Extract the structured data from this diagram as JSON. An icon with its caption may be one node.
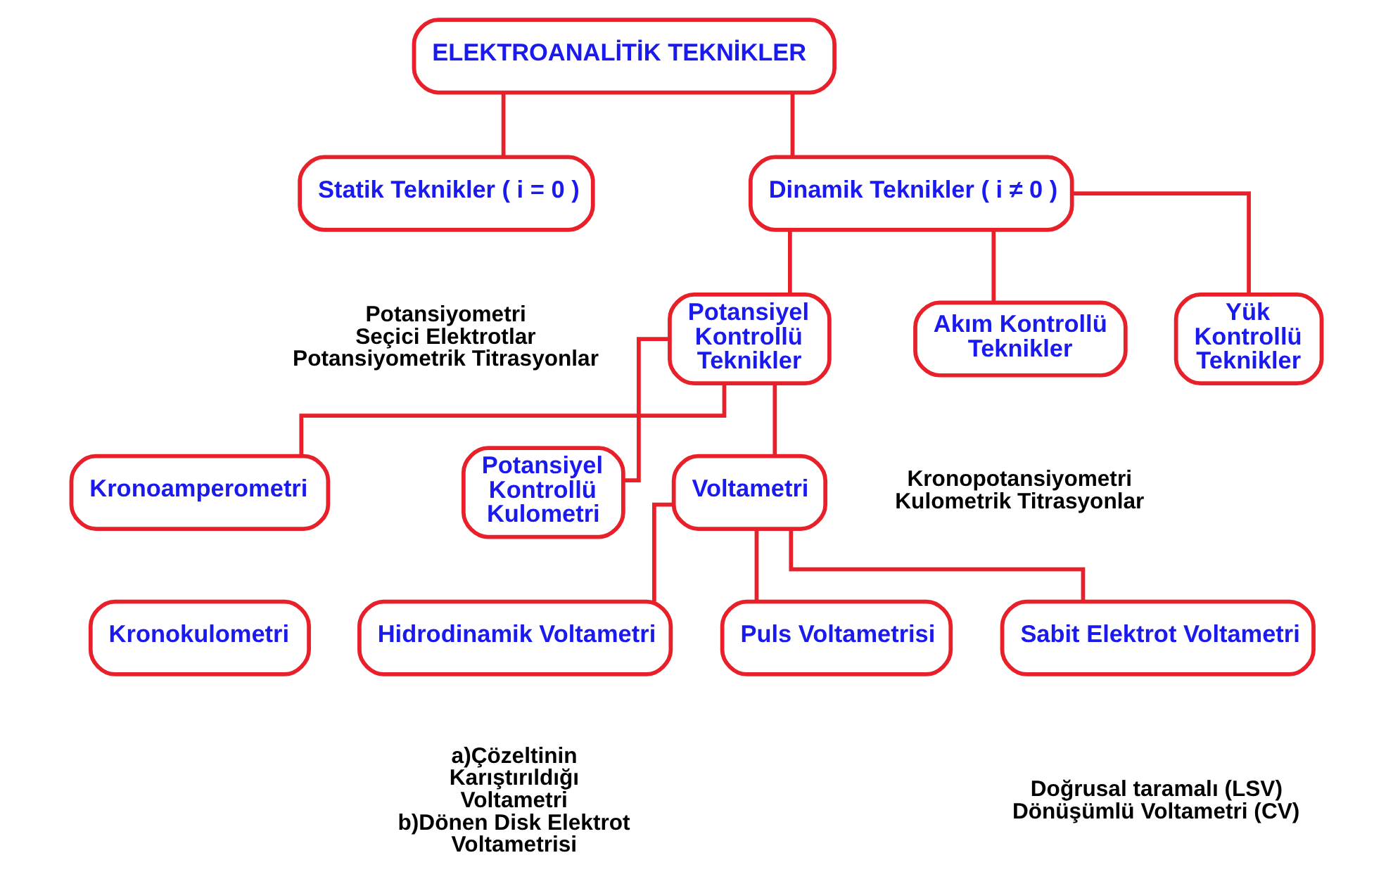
{
  "diagram": {
    "nodes": [
      {
        "text": [
          "ELEKTROANALİTİK TEKNİKLER"
        ]
      },
      {
        "text": [
          "Statik Teknikler ( i = 0 )"
        ],
        "beside": [
          "Potansiyometri",
          "Seçici Elektrotlar",
          "Potansiyometrik Titrasyonlar"
        ]
      },
      {
        "text": [
          "Dinamik Teknikler ( i ≠ 0 )"
        ]
      },
      {
        "text": [
          "Potansiyel Kontrollü Teknikler"
        ]
      },
      {
        "text": [
          "Akım Kontrollü Teknikler"
        ],
        "beside": [
          "Kronopotansiyometri",
          "Kulometrik Titrasyonlar"
        ]
      },
      {
        "text": [
          "Yük Kontrollü Teknikler"
        ]
      },
      {
        "text": [
          "Kronoamperometri"
        ]
      },
      {
        "text": [
          "Kronokulometri"
        ]
      },
      {
        "text": [
          "Potansiyel Kontrollü Kulometri"
        ]
      },
      {
        "text": [
          "Voltametri"
        ]
      },
      {
        "text": [
          "Hidrodinamik Voltametri"
        ],
        "beside": [
          "a)Çözeltinin Karıştırıldığı Voltametri",
          "b)Dönen Disk Elektrot Voltametrisi"
        ]
      },
      {
        "text": [
          "Puls Voltametrisi"
        ]
      },
      {
        "text": [
          "Sabit Elektrot Voltametri"
        ],
        "beside": [
          "Doğrusal taramalı (LSV)",
          "Dönüşümlü Voltametri (CV)"
        ]
      }
    ],
    "edges": [
      {
        "from": 0,
        "to": 1,
        "arrow": "none"
      },
      {
        "from": 0,
        "to": 2,
        "arrow": "none"
      },
      {
        "from": 2,
        "to": 3,
        "arrow": "none"
      },
      {
        "from": 2,
        "to": 4,
        "arrow": "none"
      },
      {
        "from": 2,
        "to": 5,
        "arrow": "none"
      },
      {
        "from": 3,
        "to": 6,
        "arrow": "none"
      },
      {
        "from": 3,
        "to": 8,
        "arrow": "none"
      },
      {
        "from": 3,
        "to": 9,
        "arrow": "none"
      },
      {
        "from": 9,
        "to": 10,
        "arrow": "none"
      },
      {
        "from": 9,
        "to": 11,
        "arrow": "none"
      },
      {
        "from": 9,
        "to": 12,
        "arrow": "none"
      }
    ]
  }
}
